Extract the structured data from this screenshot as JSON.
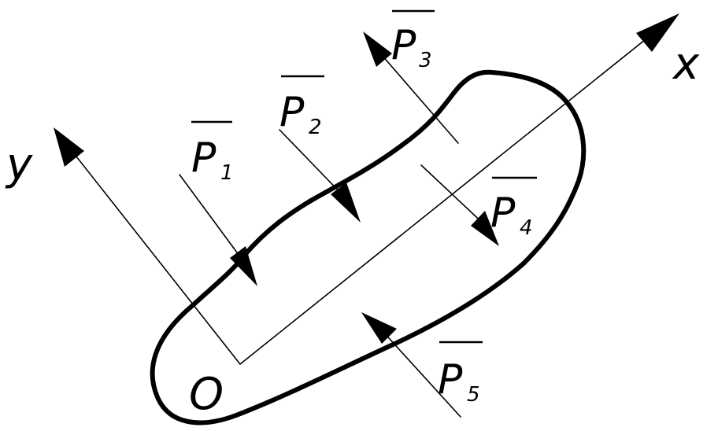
{
  "axes": {
    "x_label": "x",
    "y_label": "y",
    "origin_label": "O"
  },
  "forces": [
    {
      "letter": "P",
      "index": "1"
    },
    {
      "letter": "P",
      "index": "2"
    },
    {
      "letter": "P",
      "index": "3"
    },
    {
      "letter": "P",
      "index": "4"
    },
    {
      "letter": "P",
      "index": "5"
    }
  ],
  "colors": {
    "ink": "#000000",
    "background": "#ffffff"
  }
}
